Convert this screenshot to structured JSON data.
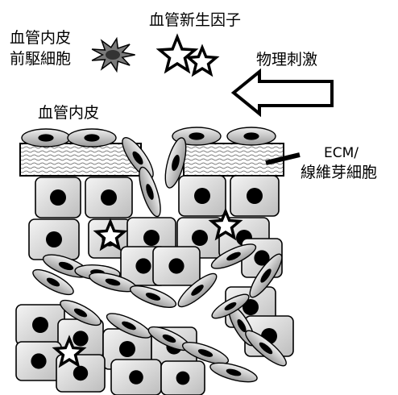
{
  "labels": {
    "progenitor_line1": "血管内皮",
    "progenitor_line2": "前駆細胞",
    "angiogenic_factor": "血管新生因子",
    "physical_stimulus": "物理刺激",
    "endothelium": "血管内皮",
    "ecm_line1": "ECM/",
    "ecm_line2": "線維芽細胞"
  },
  "colors": {
    "ink": "#000000",
    "cell_fill": "#e4e4e4",
    "spindle_fill": "#cfcfcf",
    "background": "#ffffff"
  },
  "icons": [
    "star-icon",
    "burst-icon",
    "arrow-left-icon"
  ]
}
